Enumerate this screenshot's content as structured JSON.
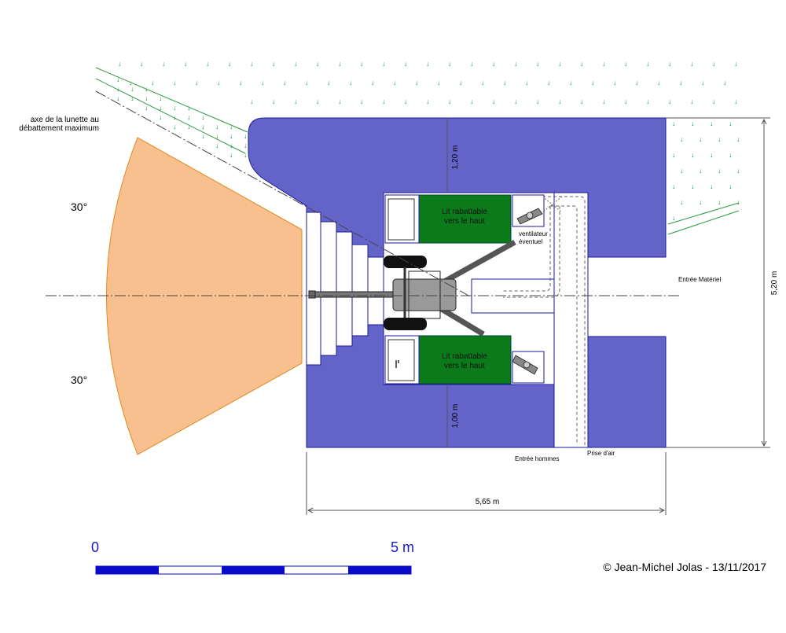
{
  "labels": {
    "scope_axis_line1": "axe de la lunette au",
    "scope_axis_line2": "débattement maximum",
    "angle_top": "30°",
    "angle_bottom": "30°",
    "dim_top_thickness": "1,20 m",
    "dim_bottom_thickness": "1,00 m",
    "dim_height": "5,20 m",
    "dim_width": "5,65 m",
    "bed_top_line1": "Lit rabattable",
    "bed_top_line2": "vers le haut",
    "bed_bottom_line1": "Lit rabattable",
    "bed_bottom_line2": "vers le haut",
    "fan_line1": "ventilateur",
    "fan_line2": "éventuel",
    "entree_materiel": "Entrée Matériel",
    "entree_hommes": "Entrée hommes",
    "prise_air": "Prise d'air",
    "scale_zero": "0",
    "scale_five": "5 m",
    "copyright": "© Jean-Michel Jolas - 13/11/2017"
  },
  "colors": {
    "concrete": "#6464c8",
    "concrete_stroke": "#1a1a9a",
    "field_of_fire": "#f9c08f",
    "field_stroke": "#e0891e",
    "bed": "#0a7a1a",
    "vegetation": "#1a9a2a",
    "scale_blue": "#0a0ac8"
  }
}
